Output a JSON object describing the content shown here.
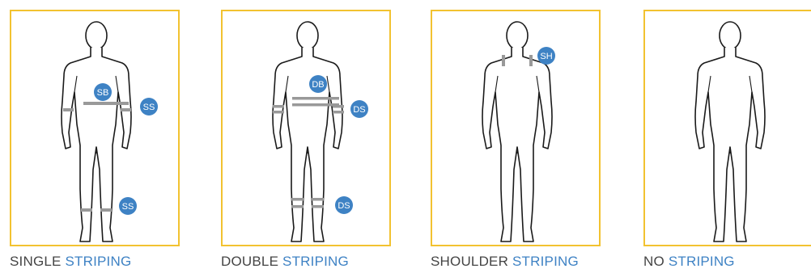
{
  "colors": {
    "frame": "#F2C230",
    "badge": "#3E82C4",
    "stripe": "#999999",
    "outline": "#1a1a1a",
    "caption_text": "#444444",
    "caption_accent": "#3E82C4"
  },
  "panels": [
    {
      "caption_main": "SINGLE",
      "caption_accent": "STRIPING",
      "badges": {
        "body": "SB",
        "arm": "SS",
        "leg": "SS"
      }
    },
    {
      "caption_main": "DOUBLE",
      "caption_accent": "STRIPING",
      "badges": {
        "body": "DB",
        "arm": "DS",
        "leg": "DS"
      }
    },
    {
      "caption_main": "SHOULDER",
      "caption_accent": "STRIPING",
      "badges": {
        "shoulder": "SH"
      }
    },
    {
      "caption_main": "NO",
      "caption_accent": "STRIPING",
      "badges": {}
    }
  ]
}
